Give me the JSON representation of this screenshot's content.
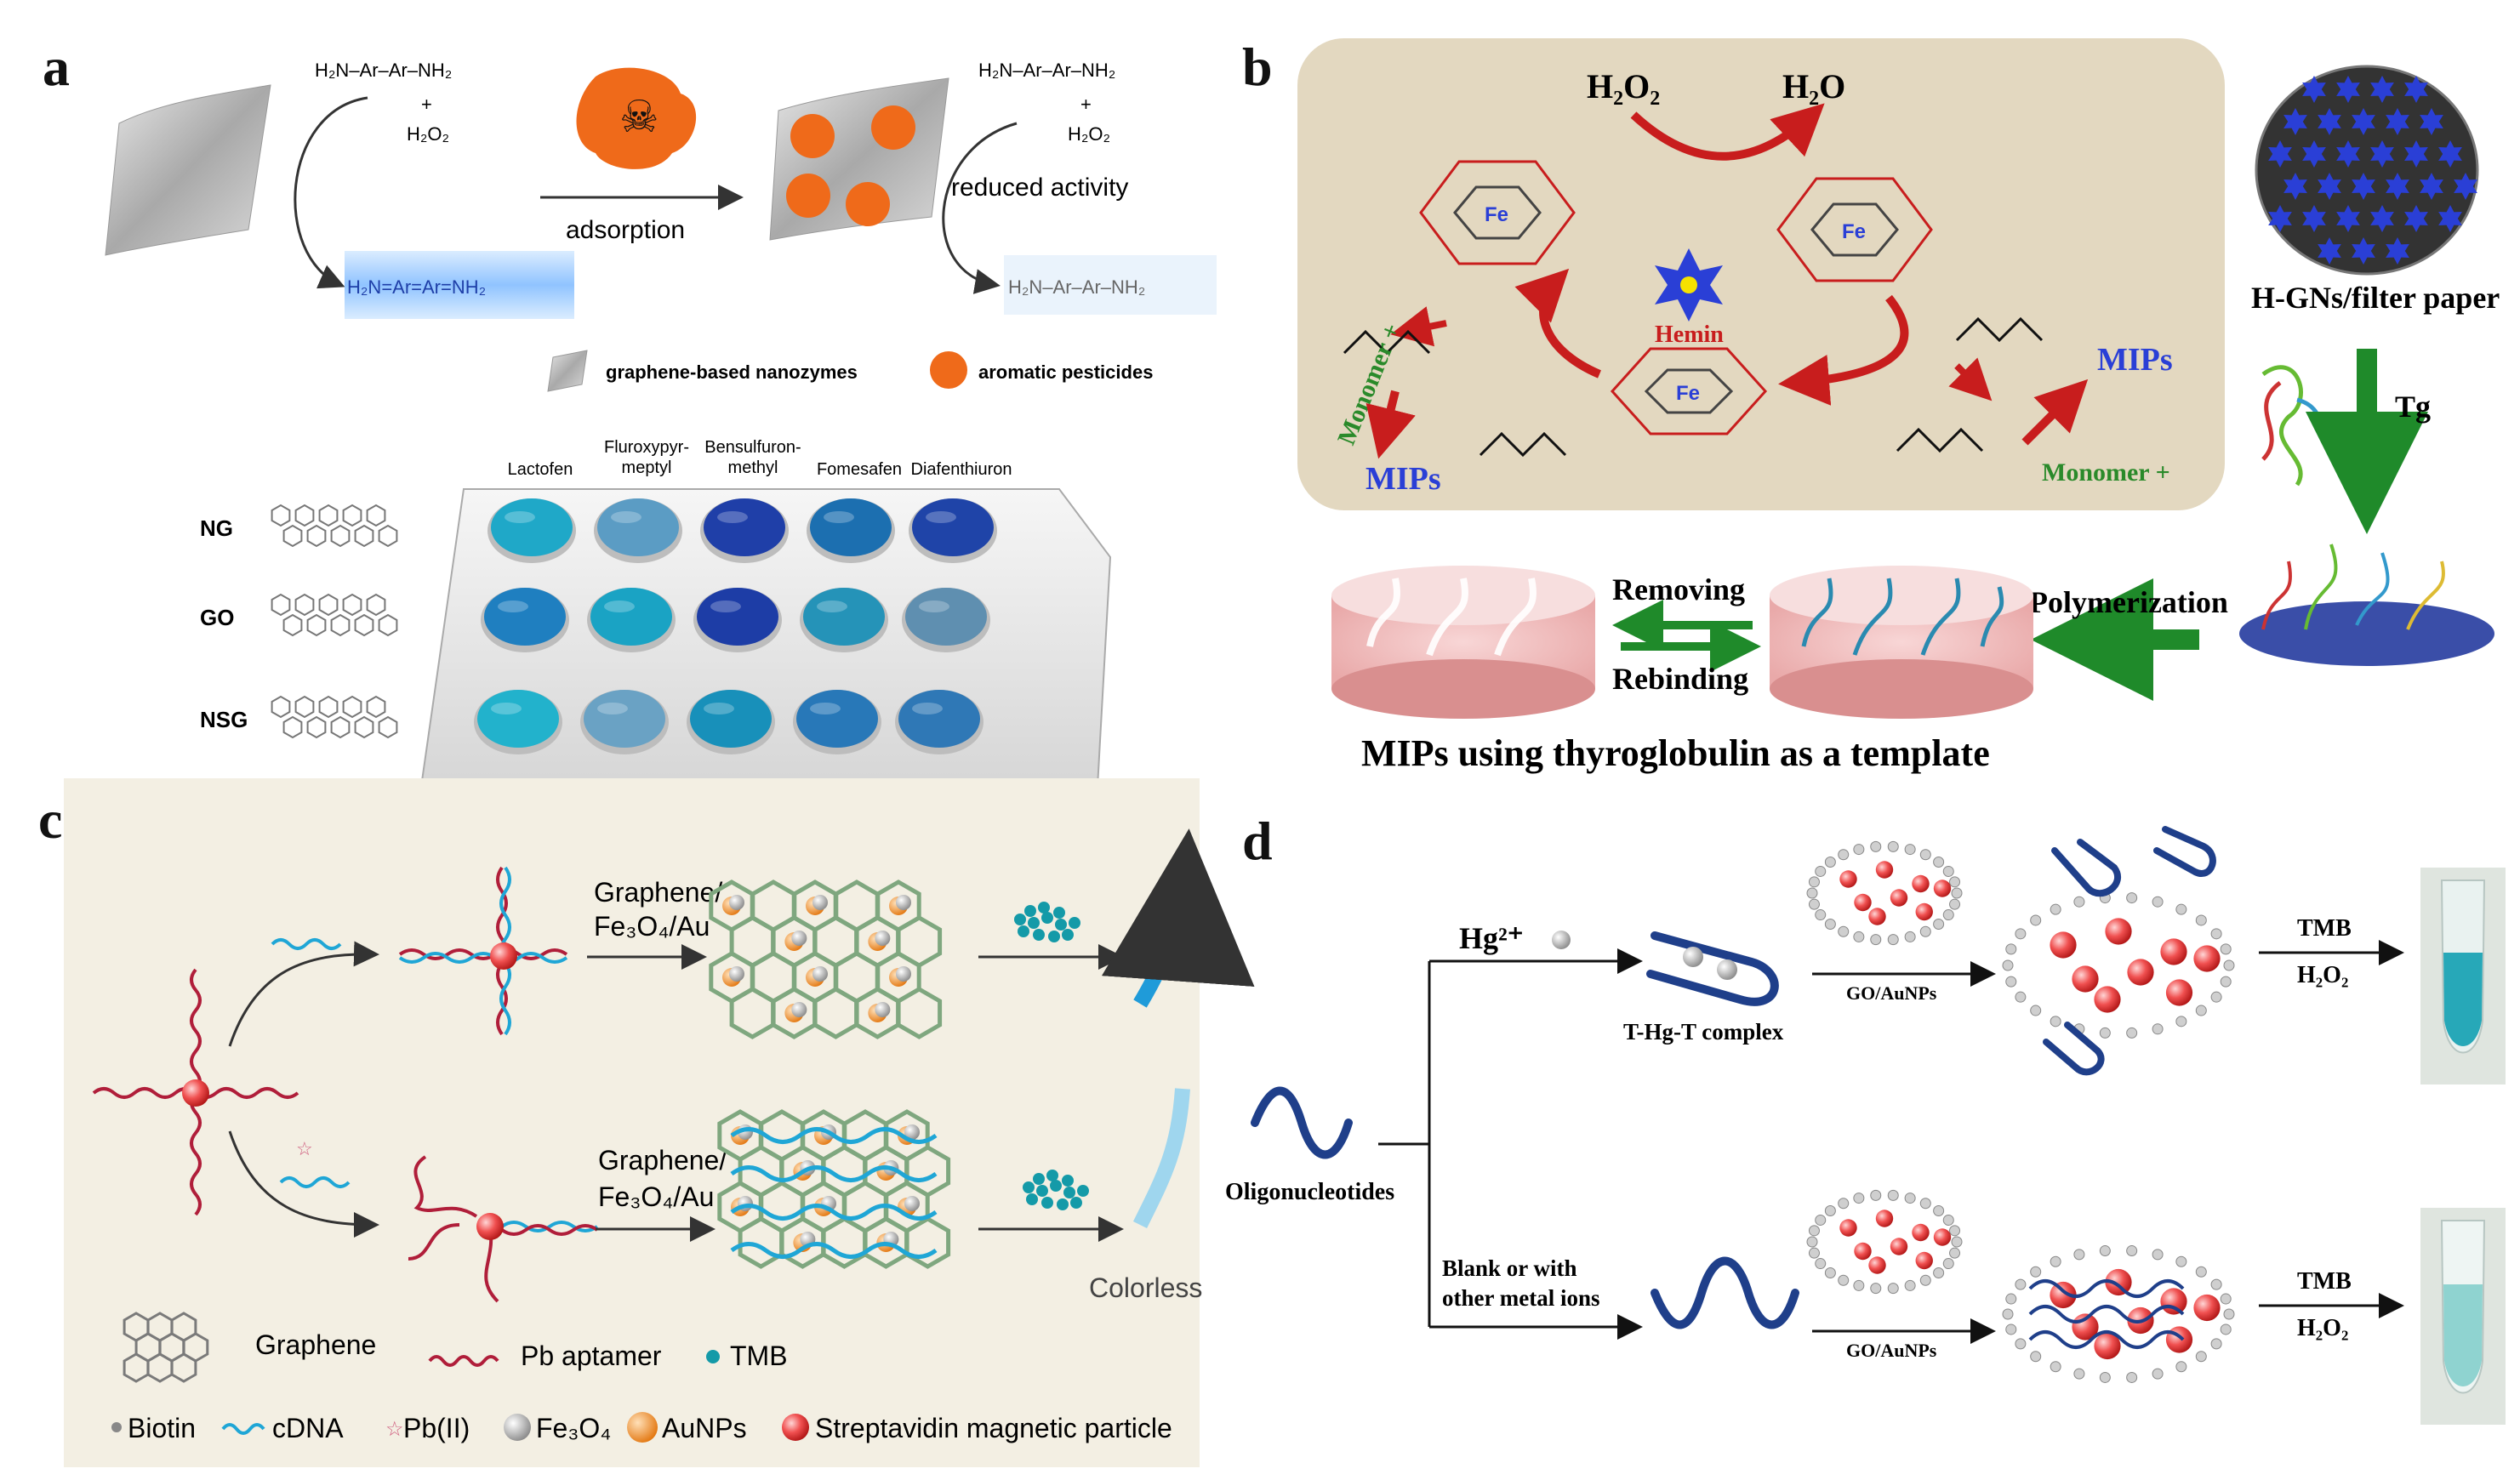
{
  "panels": {
    "a": {
      "letter": "a",
      "reactant_line1": "H₂N–Ar–Ar–NH₂",
      "reactant_plus": "+",
      "reactant_h2o2": "H₂O₂",
      "adsorption": "adsorption",
      "reduced_activity": "reduced activity",
      "legend_nanozymes": "graphene-based nanozymes",
      "legend_pesticides": "aromatic pesticides",
      "columns": [
        "Lactofen",
        "Fluroxypyr-\nmeptyl",
        "Bensulfuron-\nmethyl",
        "Fomesafen",
        "Diafenthiuron"
      ],
      "rows": [
        "NG",
        "GO",
        "NSG"
      ],
      "well_colors": [
        [
          "#1fa8c8",
          "#5b9cc4",
          "#1f3fa8",
          "#1c6fb0",
          "#1f44a8"
        ],
        [
          "#1f7fc0",
          "#1aa3c4",
          "#1d3da6",
          "#2593b8",
          "#5f8fb0"
        ],
        [
          "#22b2cc",
          "#6aa2c4",
          "#1890ba",
          "#2878b8",
          "#2f78b6"
        ]
      ]
    },
    "b": {
      "letter": "b",
      "h2o2": "H₂O₂",
      "h2o": "H₂O",
      "hemin": "Hemin",
      "monomer_left": "Monomer +",
      "monomer_right": "Monomer +",
      "mips_left": "MIPs",
      "mips_right": "MIPs",
      "paper_label": "H-GNs/filter paper",
      "tg": "Tg",
      "polymerization": "Polymerization",
      "removing": "Removing",
      "rebinding": "Rebinding",
      "caption": "MIPs using thyroglobulin as a template"
    },
    "c": {
      "letter": "c",
      "reagent_top_1": "Graphene/",
      "reagent_top_2": "Fe₃O₄/Au",
      "reagent_bottom_1": "Graphene/",
      "reagent_bottom_2": "Fe₃O₄/Au",
      "colorless": "Colorless",
      "legend": {
        "graphene": "Graphene",
        "pb_aptamer": "Pb aptamer",
        "tmb": "TMB",
        "biotin": "Biotin",
        "cdna": "cDNA",
        "pb": "Pb(II)",
        "fe3o4": "Fe₃O₄",
        "aunps": "AuNPs",
        "streptavidin": "Streptavidin magnetic particle"
      }
    },
    "d": {
      "letter": "d",
      "hg": "Hg²⁺",
      "complex": "T-Hg-T complex",
      "go_aunps_top": "GO/AuNPs",
      "go_aunps_bottom": "GO/AuNPs",
      "tmb_top": "TMB",
      "h2o2_top": "H₂O₂",
      "tmb_bottom": "TMB",
      "h2o2_bottom": "H₂O₂",
      "oligo": "Oligonucleotides",
      "blank_1": "Blank or with",
      "blank_2": "other metal ions"
    }
  },
  "colors": {
    "panel_b_bg": "#e3d8c0",
    "panel_c_bg": "#f3efe3",
    "arrow_green": "#1f8a2a",
    "arrow_red": "#c81d1d",
    "mips_blue": "#2a3fd6",
    "monomer_green": "#2a8a2a"
  }
}
